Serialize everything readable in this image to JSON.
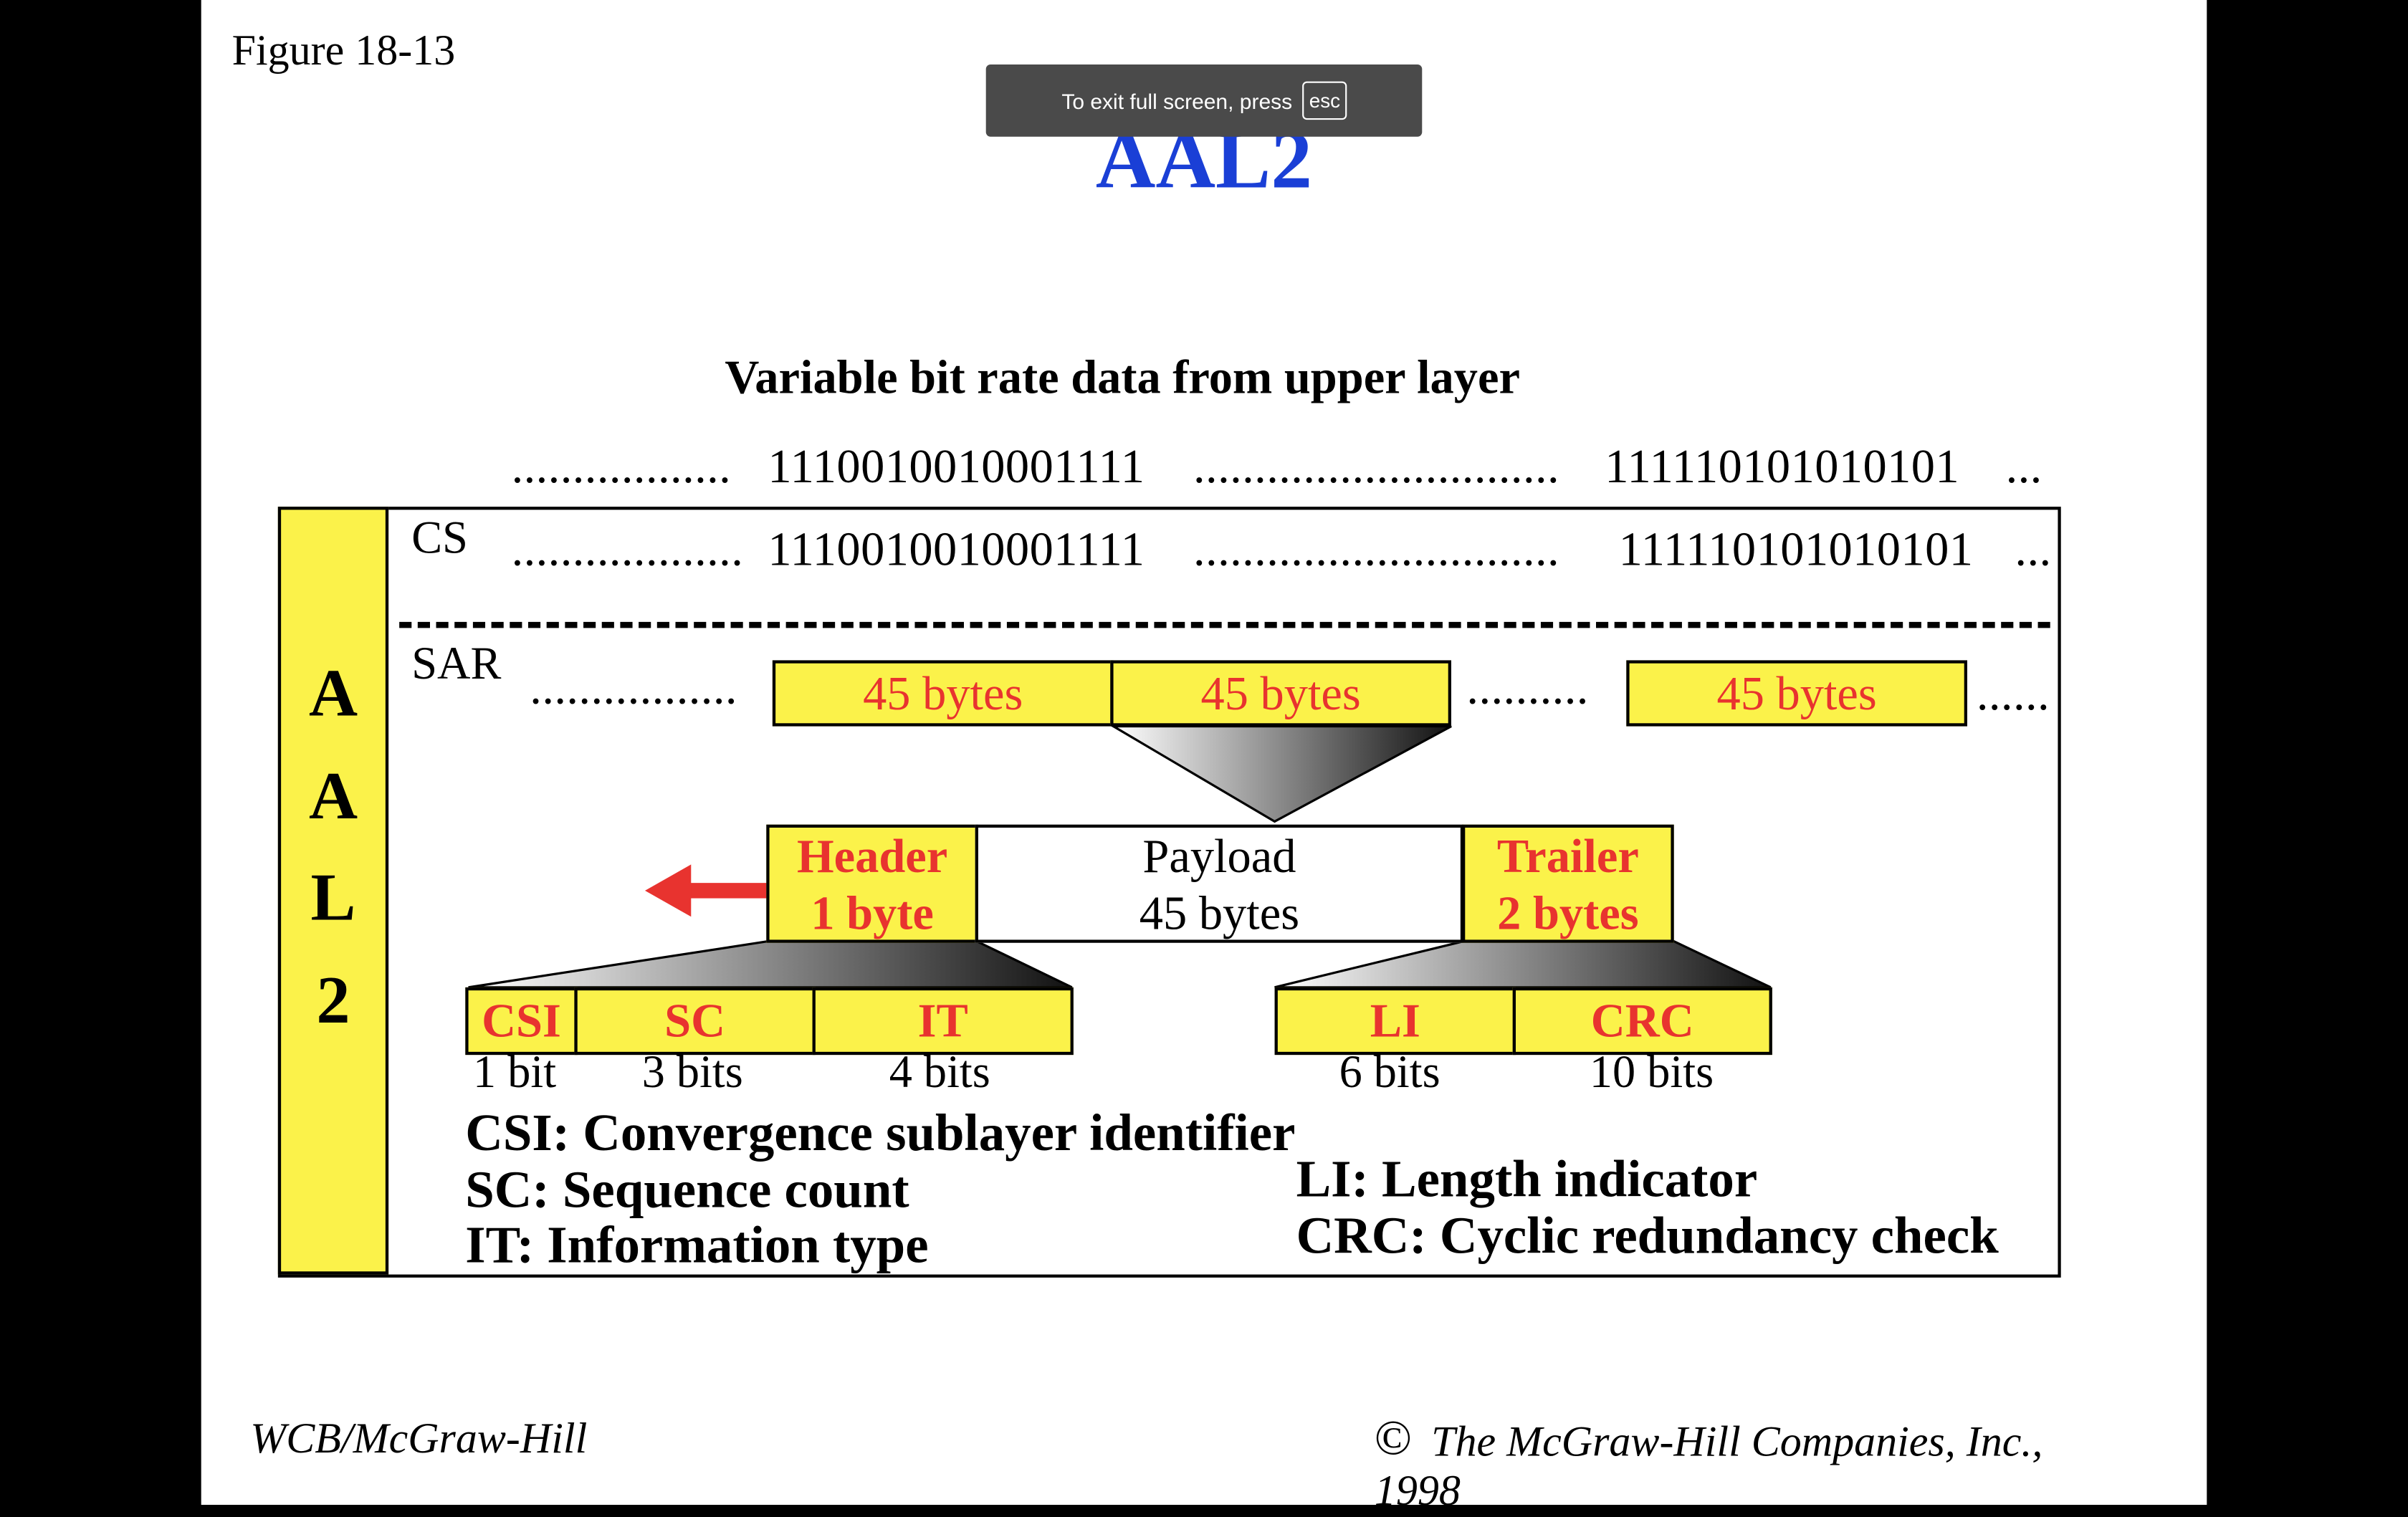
{
  "figure_label": "Figure 18-13",
  "title": "AAL2",
  "fullscreen_notice": {
    "message": "To exit full screen, press",
    "key": "esc"
  },
  "diagram": {
    "heading": "Variable bit rate data from upper layer",
    "upper_bits": {
      "dots_left": "..................",
      "seq1": "1110010010001111",
      "dots_mid": "..............................",
      "seq2": "111110101010101",
      "dots_right": "..."
    },
    "sidebar_letters": [
      "A",
      "A",
      "L",
      "2"
    ],
    "cs": {
      "label": "CS",
      "dots_left": "...................",
      "seq1": "1110010010001111",
      "dots_mid": "..............................",
      "seq2": "111110101010101",
      "dots_right": "..."
    },
    "sar": {
      "label": "SAR",
      "dots_left": ".................",
      "segments": [
        "45 bytes",
        "45 bytes",
        "45 bytes"
      ],
      "dots_mid": "..........",
      "dots_right": "......"
    },
    "cell": {
      "header": {
        "line1": "Header",
        "line2": "1 byte"
      },
      "payload": {
        "line1": "Payload",
        "line2": "45 bytes"
      },
      "trailer": {
        "line1": "Trailer",
        "line2": "2 bytes"
      }
    },
    "header_fields": [
      {
        "name": "CSI",
        "size": "1 bit"
      },
      {
        "name": "SC",
        "size": "3 bits"
      },
      {
        "name": "IT",
        "size": "4 bits"
      }
    ],
    "trailer_fields": [
      {
        "name": "LI",
        "size": "6 bits"
      },
      {
        "name": "CRC",
        "size": "10 bits"
      }
    ],
    "legend_left": [
      "CSI: Convergence sublayer identifier",
      "SC: Sequence count",
      "IT: Information type"
    ],
    "legend_right": [
      "LI: Length indicator",
      "CRC: Cyclic redundancy check"
    ],
    "colors": {
      "title": "#1a3fd6",
      "box_fill": "#fbf24a",
      "field_text": "#e8332f",
      "arrow": "#e8332f"
    }
  },
  "footer": {
    "publisher": "WCB/McGraw-Hill",
    "copyright_symbol": "©",
    "copyright": "The McGraw-Hill Companies, Inc.,",
    "year": "1998"
  }
}
